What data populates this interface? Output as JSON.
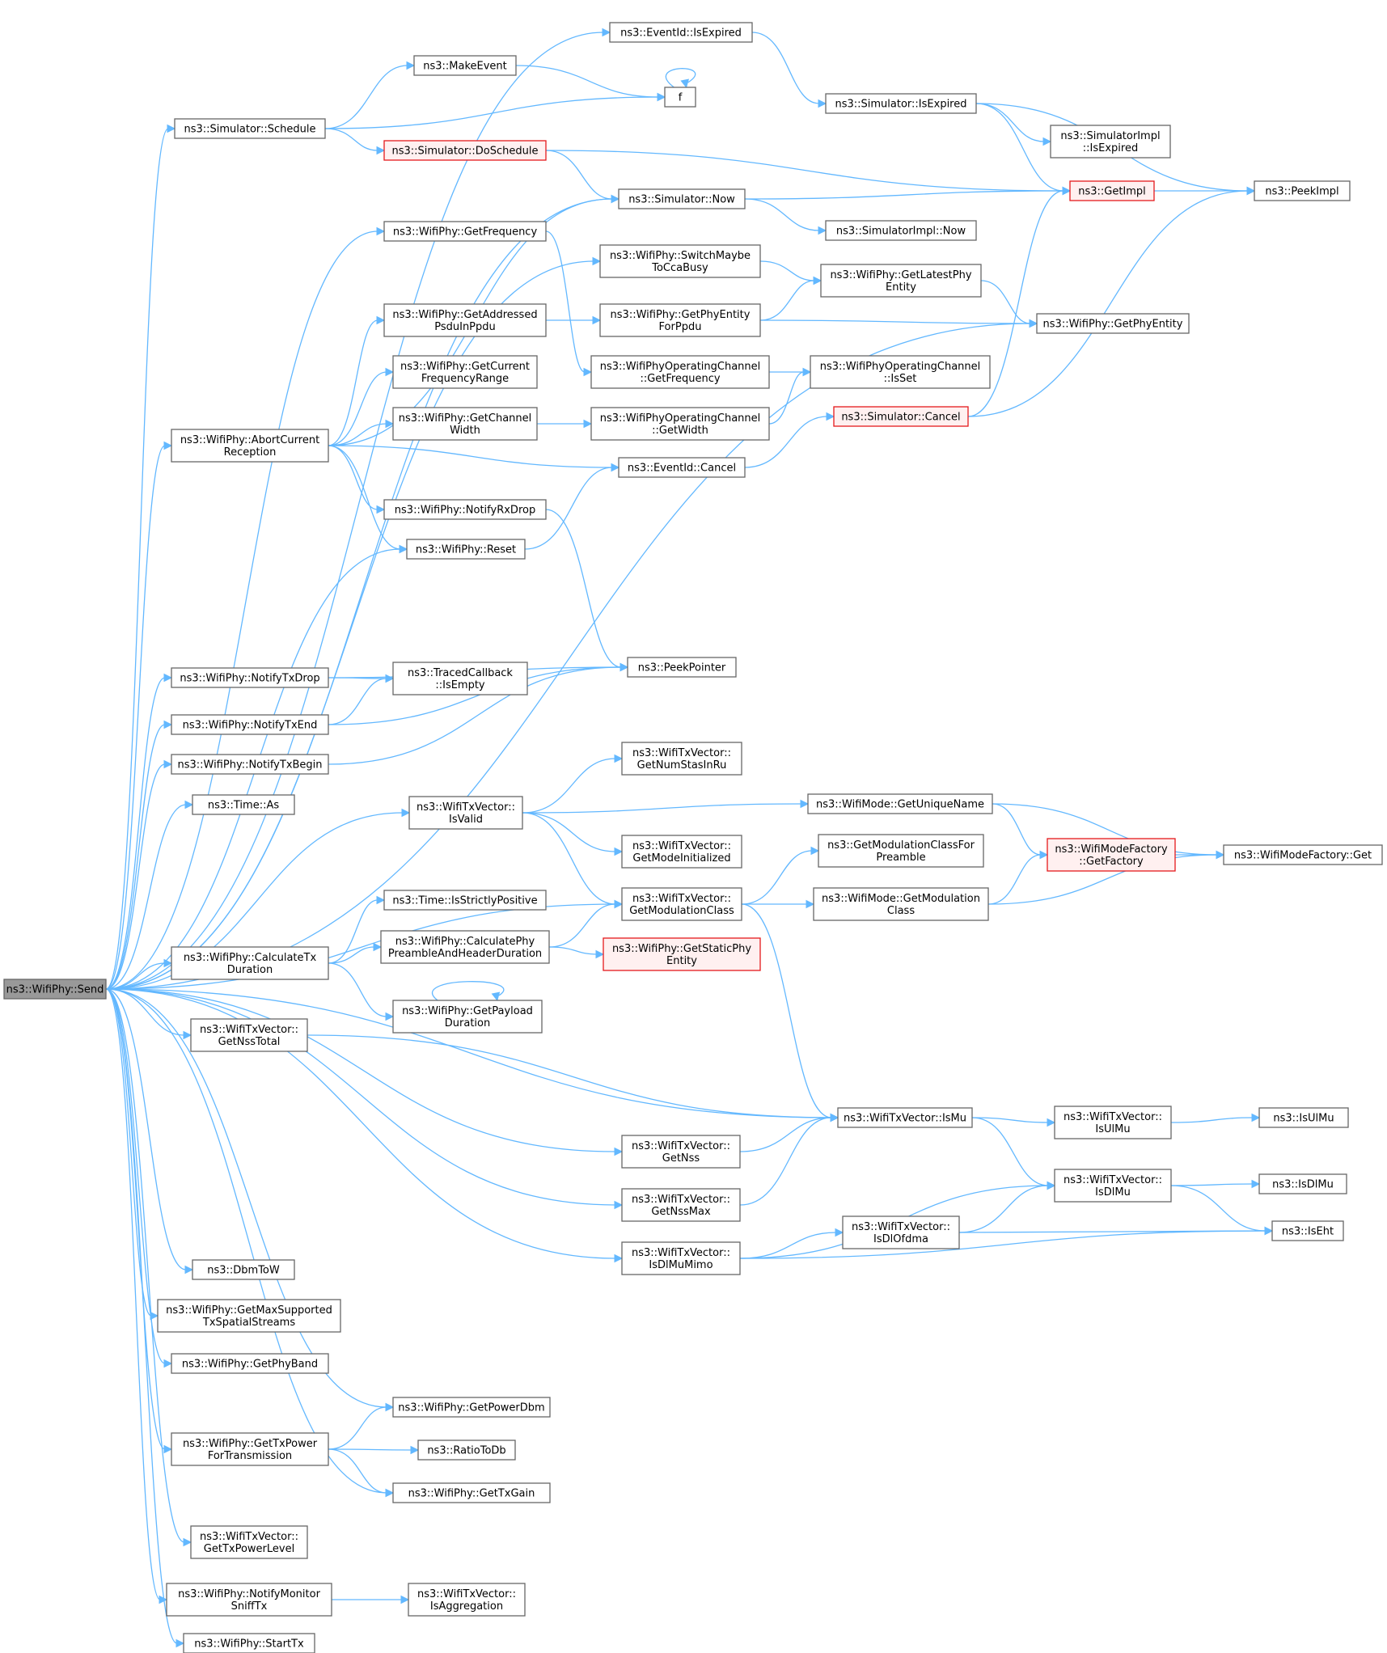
{
  "graph": {
    "colors": {
      "edge": "#63b8ff",
      "node_border": "#666666",
      "node_fill": "#ffffff",
      "highlight_border": "#e41a1c",
      "highlight_fill": "#fff0f0",
      "root_fill": "#999999"
    },
    "nodes": [
      {
        "id": "send",
        "lines": [
          "ns3::WifiPhy::Send"
        ],
        "style": "root"
      },
      {
        "id": "eventid_isexpired",
        "lines": [
          "ns3::EventId::IsExpired"
        ]
      },
      {
        "id": "makeevent",
        "lines": [
          "ns3::MakeEvent"
        ]
      },
      {
        "id": "f",
        "lines": [
          "f"
        ]
      },
      {
        "id": "sim_schedule",
        "lines": [
          "ns3::Simulator::Schedule"
        ]
      },
      {
        "id": "sim_isexpired",
        "lines": [
          "ns3::Simulator::IsExpired"
        ]
      },
      {
        "id": "simimpl_isexpired",
        "lines": [
          "ns3::SimulatorImpl",
          "::IsExpired"
        ]
      },
      {
        "id": "sim_doschedule",
        "lines": [
          "ns3::Simulator::DoSchedule"
        ],
        "style": "red"
      },
      {
        "id": "getimpl",
        "lines": [
          "ns3::GetImpl"
        ],
        "style": "red"
      },
      {
        "id": "peekimpl",
        "lines": [
          "ns3::PeekImpl"
        ]
      },
      {
        "id": "sim_now",
        "lines": [
          "ns3::Simulator::Now"
        ]
      },
      {
        "id": "simimpl_now",
        "lines": [
          "ns3::SimulatorImpl::Now"
        ]
      },
      {
        "id": "getfrequency",
        "lines": [
          "ns3::WifiPhy::GetFrequency"
        ]
      },
      {
        "id": "switchmaybe",
        "lines": [
          "ns3::WifiPhy::SwitchMaybe",
          "ToCcaBusy"
        ]
      },
      {
        "id": "getlatestphy",
        "lines": [
          "ns3::WifiPhy::GetLatestPhy",
          "Entity"
        ]
      },
      {
        "id": "getaddressed",
        "lines": [
          "ns3::WifiPhy::GetAddressed",
          "PsduInPpdu"
        ]
      },
      {
        "id": "getphyentityforppdu",
        "lines": [
          "ns3::WifiPhy::GetPhyEntity",
          "ForPpdu"
        ]
      },
      {
        "id": "getphyentity",
        "lines": [
          "ns3::WifiPhy::GetPhyEntity"
        ]
      },
      {
        "id": "getcurrentfreq",
        "lines": [
          "ns3::WifiPhy::GetCurrent",
          "FrequencyRange"
        ]
      },
      {
        "id": "opch_getfrequency",
        "lines": [
          "ns3::WifiPhyOperatingChannel",
          "::GetFrequency"
        ]
      },
      {
        "id": "opch_isset",
        "lines": [
          "ns3::WifiPhyOperatingChannel",
          "::IsSet"
        ]
      },
      {
        "id": "getchannelwidth",
        "lines": [
          "ns3::WifiPhy::GetChannel",
          "Width"
        ]
      },
      {
        "id": "opch_getwidth",
        "lines": [
          "ns3::WifiPhyOperatingChannel",
          "::GetWidth"
        ]
      },
      {
        "id": "sim_cancel",
        "lines": [
          "ns3::Simulator::Cancel"
        ],
        "style": "red"
      },
      {
        "id": "abortcurrent",
        "lines": [
          "ns3::WifiPhy::AbortCurrent",
          "Reception"
        ]
      },
      {
        "id": "eventid_cancel",
        "lines": [
          "ns3::EventId::Cancel"
        ]
      },
      {
        "id": "notifyrxdrop",
        "lines": [
          "ns3::WifiPhy::NotifyRxDrop"
        ]
      },
      {
        "id": "reset",
        "lines": [
          "ns3::WifiPhy::Reset"
        ]
      },
      {
        "id": "peekpointer",
        "lines": [
          "ns3::PeekPointer"
        ]
      },
      {
        "id": "notifytxdrop",
        "lines": [
          "ns3::WifiPhy::NotifyTxDrop"
        ]
      },
      {
        "id": "traced_isempty",
        "lines": [
          "ns3::TracedCallback",
          "::IsEmpty"
        ]
      },
      {
        "id": "notifytxend",
        "lines": [
          "ns3::WifiPhy::NotifyTxEnd"
        ]
      },
      {
        "id": "notifytxbegin",
        "lines": [
          "ns3::WifiPhy::NotifyTxBegin"
        ]
      },
      {
        "id": "txv_getnumstas",
        "lines": [
          "ns3::WifiTxVector::",
          "GetNumStasInRu"
        ]
      },
      {
        "id": "time_as",
        "lines": [
          "ns3::Time::As"
        ]
      },
      {
        "id": "txv_isvalid",
        "lines": [
          "ns3::WifiTxVector::",
          "IsValid"
        ]
      },
      {
        "id": "mode_getuniquename",
        "lines": [
          "ns3::WifiMode::GetUniqueName"
        ]
      },
      {
        "id": "txv_getmodeinit",
        "lines": [
          "ns3::WifiTxVector::",
          "GetModeInitialized"
        ]
      },
      {
        "id": "getmodclassforpreamble",
        "lines": [
          "ns3::GetModulationClassFor",
          "Preamble"
        ]
      },
      {
        "id": "modefactory_getfactory",
        "lines": [
          "ns3::WifiModeFactory",
          "::GetFactory"
        ],
        "style": "red"
      },
      {
        "id": "modefactory_get",
        "lines": [
          "ns3::WifiModeFactory::Get"
        ]
      },
      {
        "id": "txv_getmodclass",
        "lines": [
          "ns3::WifiTxVector::",
          "GetModulationClass"
        ]
      },
      {
        "id": "mode_getmodclass",
        "lines": [
          "ns3::WifiMode::GetModulation",
          "Class"
        ]
      },
      {
        "id": "time_isstrictlypositive",
        "lines": [
          "ns3::Time::IsStrictlyPositive"
        ]
      },
      {
        "id": "calculatephypreamble",
        "lines": [
          "ns3::WifiPhy::CalculatePhy",
          "PreambleAndHeaderDuration"
        ]
      },
      {
        "id": "getstaticphy",
        "lines": [
          "ns3::WifiPhy::GetStaticPhy",
          "Entity"
        ],
        "style": "red"
      },
      {
        "id": "calculatetx",
        "lines": [
          "ns3::WifiPhy::CalculateTx",
          "Duration"
        ]
      },
      {
        "id": "getpayload",
        "lines": [
          "ns3::WifiPhy::GetPayload",
          "Duration"
        ]
      },
      {
        "id": "txv_getnsstotal",
        "lines": [
          "ns3::WifiTxVector::",
          "GetNssTotal"
        ]
      },
      {
        "id": "txv_ismu",
        "lines": [
          "ns3::WifiTxVector::IsMu"
        ]
      },
      {
        "id": "txv_isulmu",
        "lines": [
          "ns3::WifiTxVector::",
          "IsUlMu"
        ]
      },
      {
        "id": "isulmu",
        "lines": [
          "ns3::IsUlMu"
        ]
      },
      {
        "id": "txv_getnss",
        "lines": [
          "ns3::WifiTxVector::",
          "GetNss"
        ]
      },
      {
        "id": "txv_isdlmu",
        "lines": [
          "ns3::WifiTxVector::",
          "IsDlMu"
        ]
      },
      {
        "id": "isdlmu",
        "lines": [
          "ns3::IsDlMu"
        ]
      },
      {
        "id": "txv_getnssmax",
        "lines": [
          "ns3::WifiTxVector::",
          "GetNssMax"
        ]
      },
      {
        "id": "txv_isdlofdma",
        "lines": [
          "ns3::WifiTxVector::",
          "IsDlOfdma"
        ]
      },
      {
        "id": "iseht",
        "lines": [
          "ns3::IsEht"
        ]
      },
      {
        "id": "txv_isdlmumimo",
        "lines": [
          "ns3::WifiTxVector::",
          "IsDlMuMimo"
        ]
      },
      {
        "id": "dbmtow",
        "lines": [
          "ns3::DbmToW"
        ]
      },
      {
        "id": "getmaxsupported",
        "lines": [
          "ns3::WifiPhy::GetMaxSupported",
          "TxSpatialStreams"
        ]
      },
      {
        "id": "getphyband",
        "lines": [
          "ns3::WifiPhy::GetPhyBand"
        ]
      },
      {
        "id": "getpowerdbm",
        "lines": [
          "ns3::WifiPhy::GetPowerDbm"
        ]
      },
      {
        "id": "gettxpower",
        "lines": [
          "ns3::WifiPhy::GetTxPower",
          "ForTransmission"
        ]
      },
      {
        "id": "ratiotodb",
        "lines": [
          "ns3::RatioToDb"
        ]
      },
      {
        "id": "gettxgain",
        "lines": [
          "ns3::WifiPhy::GetTxGain"
        ]
      },
      {
        "id": "txv_gettxpowerlevel",
        "lines": [
          "ns3::WifiTxVector::",
          "GetTxPowerLevel"
        ]
      },
      {
        "id": "notifymonitor",
        "lines": [
          "ns3::WifiPhy::NotifyMonitor",
          "SniffTx"
        ]
      },
      {
        "id": "txv_isaggregation",
        "lines": [
          "ns3::WifiTxVector::",
          "IsAggregation"
        ]
      },
      {
        "id": "starttx",
        "lines": [
          "ns3::WifiPhy::StartTx"
        ]
      }
    ],
    "edges": [
      [
        "send",
        "eventid_isexpired"
      ],
      [
        "send",
        "sim_schedule"
      ],
      [
        "send",
        "sim_now"
      ],
      [
        "send",
        "getfrequency"
      ],
      [
        "send",
        "switchmaybe"
      ],
      [
        "send",
        "abortcurrent"
      ],
      [
        "send",
        "reset"
      ],
      [
        "send",
        "getphyentity"
      ],
      [
        "send",
        "notifytxdrop"
      ],
      [
        "send",
        "notifytxend"
      ],
      [
        "send",
        "notifytxbegin"
      ],
      [
        "send",
        "time_as"
      ],
      [
        "send",
        "txv_isvalid"
      ],
      [
        "send",
        "txv_getmodclass"
      ],
      [
        "send",
        "calculatetx"
      ],
      [
        "send",
        "txv_getnsstotal"
      ],
      [
        "send",
        "txv_ismu"
      ],
      [
        "send",
        "txv_getnss"
      ],
      [
        "send",
        "txv_getnssmax"
      ],
      [
        "send",
        "txv_isdlmumimo"
      ],
      [
        "send",
        "dbmtow"
      ],
      [
        "send",
        "getmaxsupported"
      ],
      [
        "send",
        "getphyband"
      ],
      [
        "send",
        "getpowerdbm"
      ],
      [
        "send",
        "gettxpower"
      ],
      [
        "send",
        "gettxgain"
      ],
      [
        "send",
        "txv_gettxpowerlevel"
      ],
      [
        "send",
        "notifymonitor"
      ],
      [
        "send",
        "starttx"
      ],
      [
        "eventid_isexpired",
        "sim_isexpired"
      ],
      [
        "sim_schedule",
        "makeevent"
      ],
      [
        "sim_schedule",
        "f"
      ],
      [
        "sim_schedule",
        "sim_doschedule"
      ],
      [
        "makeevent",
        "f"
      ],
      [
        "f",
        "f"
      ],
      [
        "sim_isexpired",
        "peekimpl"
      ],
      [
        "sim_isexpired",
        "simimpl_isexpired"
      ],
      [
        "sim_isexpired",
        "getimpl"
      ],
      [
        "sim_doschedule",
        "getimpl"
      ],
      [
        "sim_doschedule",
        "sim_now"
      ],
      [
        "getimpl",
        "peekimpl"
      ],
      [
        "sim_now",
        "getimpl"
      ],
      [
        "sim_now",
        "simimpl_now"
      ],
      [
        "getfrequency",
        "opch_getfrequency"
      ],
      [
        "switchmaybe",
        "getlatestphy"
      ],
      [
        "getlatestphy",
        "getphyentity"
      ],
      [
        "getaddressed",
        "getphyentityforppdu"
      ],
      [
        "getphyentityforppdu",
        "getlatestphy"
      ],
      [
        "getphyentityforppdu",
        "getphyentity"
      ],
      [
        "opch_getfrequency",
        "opch_isset"
      ],
      [
        "getchannelwidth",
        "opch_getwidth"
      ],
      [
        "opch_getwidth",
        "opch_isset"
      ],
      [
        "abortcurrent",
        "sim_now"
      ],
      [
        "abortcurrent",
        "getaddressed"
      ],
      [
        "abortcurrent",
        "getcurrentfreq"
      ],
      [
        "abortcurrent",
        "getchannelwidth"
      ],
      [
        "abortcurrent",
        "eventid_cancel"
      ],
      [
        "abortcurrent",
        "notifyrxdrop"
      ],
      [
        "abortcurrent",
        "reset"
      ],
      [
        "eventid_cancel",
        "sim_cancel"
      ],
      [
        "sim_cancel",
        "getimpl"
      ],
      [
        "sim_cancel",
        "peekimpl"
      ],
      [
        "notifyrxdrop",
        "peekpointer"
      ],
      [
        "reset",
        "eventid_cancel"
      ],
      [
        "notifytxdrop",
        "peekpointer"
      ],
      [
        "notifytxdrop",
        "traced_isempty"
      ],
      [
        "notifytxend",
        "traced_isempty"
      ],
      [
        "notifytxend",
        "peekpointer"
      ],
      [
        "notifytxbegin",
        "peekpointer"
      ],
      [
        "txv_isvalid",
        "txv_getnumstas"
      ],
      [
        "txv_isvalid",
        "mode_getuniquename"
      ],
      [
        "txv_isvalid",
        "txv_getmodeinit"
      ],
      [
        "txv_isvalid",
        "txv_getmodclass"
      ],
      [
        "mode_getuniquename",
        "modefactory_getfactory"
      ],
      [
        "mode_getuniquename",
        "modefactory_get"
      ],
      [
        "modefactory_getfactory",
        "modefactory_get"
      ],
      [
        "txv_getmodclass",
        "getmodclassforpreamble"
      ],
      [
        "txv_getmodclass",
        "mode_getmodclass"
      ],
      [
        "txv_getmodclass",
        "txv_ismu"
      ],
      [
        "mode_getmodclass",
        "modefactory_getfactory"
      ],
      [
        "mode_getmodclass",
        "modefactory_get"
      ],
      [
        "calculatetx",
        "time_isstrictlypositive"
      ],
      [
        "calculatetx",
        "calculatephypreamble"
      ],
      [
        "calculatetx",
        "getpayload"
      ],
      [
        "calculatephypreamble",
        "txv_getmodclass"
      ],
      [
        "calculatephypreamble",
        "getstaticphy"
      ],
      [
        "getpayload",
        "getpayload"
      ],
      [
        "txv_getnsstotal",
        "txv_ismu"
      ],
      [
        "txv_ismu",
        "txv_isulmu"
      ],
      [
        "txv_ismu",
        "txv_isdlmu"
      ],
      [
        "txv_isulmu",
        "isulmu"
      ],
      [
        "txv_getnss",
        "txv_ismu"
      ],
      [
        "txv_isdlmu",
        "isdlmu"
      ],
      [
        "txv_isdlmu",
        "iseht"
      ],
      [
        "txv_getnssmax",
        "txv_ismu"
      ],
      [
        "txv_isdlofdma",
        "txv_isdlmu"
      ],
      [
        "txv_isdlofdma",
        "iseht"
      ],
      [
        "txv_isdlmumimo",
        "txv_isdlmu"
      ],
      [
        "txv_isdlmumimo",
        "txv_isdlofdma"
      ],
      [
        "txv_isdlmumimo",
        "iseht"
      ],
      [
        "gettxpower",
        "getpowerdbm"
      ],
      [
        "gettxpower",
        "ratiotodb"
      ],
      [
        "gettxpower",
        "gettxgain"
      ],
      [
        "notifymonitor",
        "txv_isaggregation"
      ]
    ]
  }
}
